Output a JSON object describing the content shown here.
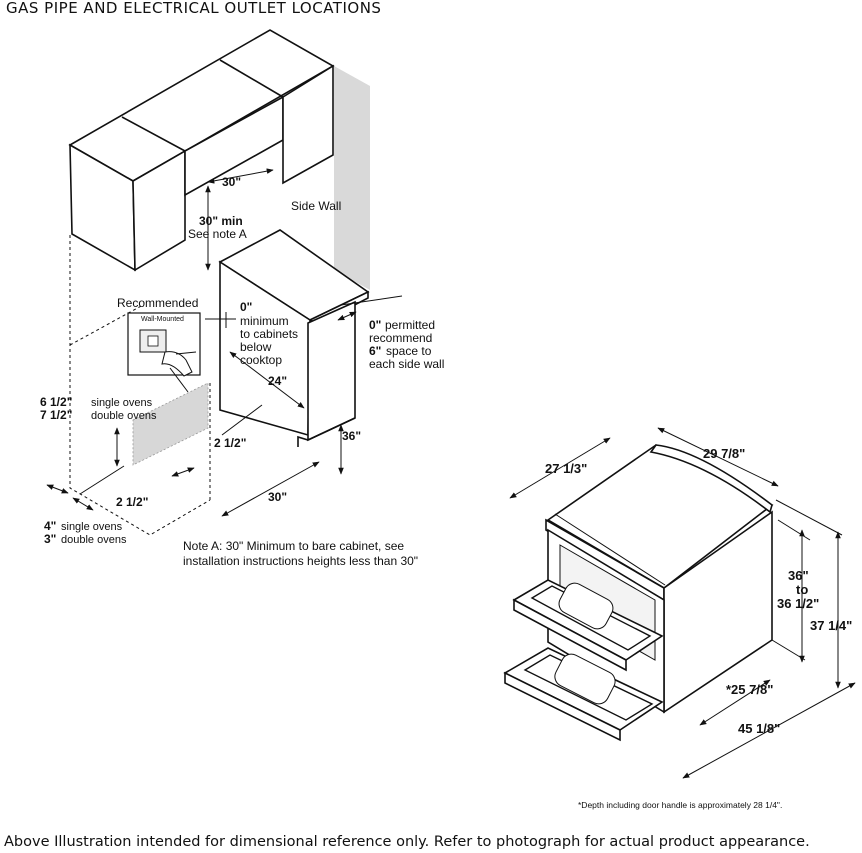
{
  "title": "GAS PIPE AND ELECTRICAL OUTLET LOCATIONS",
  "installation": {
    "cab_width": "30\"",
    "clearance_top_value": "30\" min",
    "clearance_top_note": "See note A",
    "side_wall": "Side Wall",
    "recommended": "Recommended",
    "wall_mounted": "Wall-Mounted",
    "zero_value": "0\"",
    "zero_line1": "minimum",
    "zero_line2": "to cabinets",
    "zero_line3": "below",
    "zero_line4": "cooktop",
    "side_value1": "0\"",
    "side_text1": "permitted",
    "side_text2": "recommend",
    "side_value2": "6\"",
    "side_text3": "space to",
    "side_text4": "each side wall",
    "depth": "24\"",
    "counter_height": "36\"",
    "outlet_offset": "2 1/2\"",
    "range_width": "30\"",
    "pipe_single_value": "6 1/2\"",
    "pipe_single_text": "single ovens",
    "pipe_double_value": "7 1/2\"",
    "pipe_double_text": "double ovens",
    "pipe_offset": "2 1/2\"",
    "floor_single_value": "4\"",
    "floor_single_text": "single ovens",
    "floor_double_value": "3\"",
    "floor_double_text": "double ovens",
    "note_line1": "Note A: 30\" Minimum to bare cabinet, see",
    "note_line2": "installation instructions heights less than 30\""
  },
  "range": {
    "depth_top": "27 1/3\"",
    "width_top": "29 7/8\"",
    "height_line1": "36\"",
    "height_line2": "to",
    "height_line3": "36 1/2\"",
    "overall_height": "37 1/4\"",
    "depth_base": "*25 7/8\"",
    "overall_depth": "45 1/8\"",
    "footnote": "*Depth including door handle is approximately 28 1/4\"."
  },
  "footer": "Above Illustration intended for dimensional reference only. Refer to photograph for actual product appearance."
}
